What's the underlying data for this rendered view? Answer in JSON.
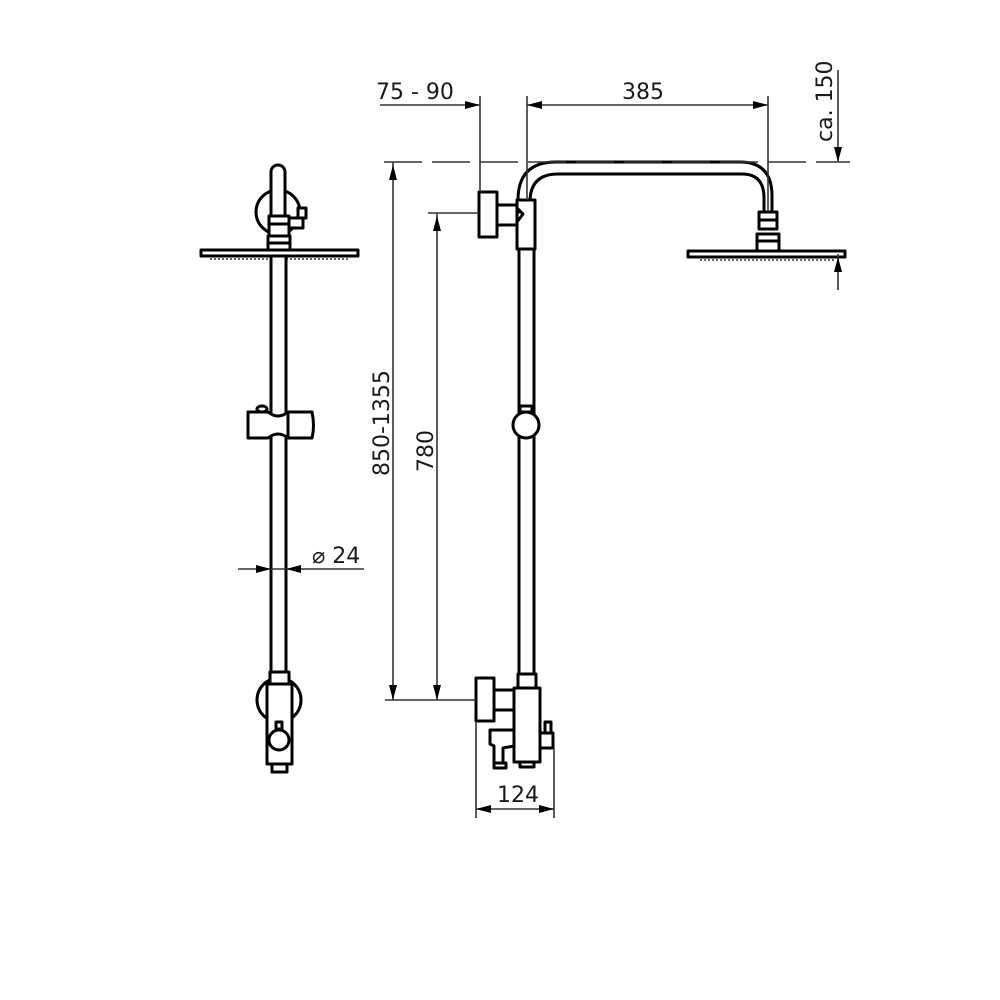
{
  "drawing": {
    "title": "Shower system technical drawing",
    "views": [
      "side-view",
      "front-view"
    ],
    "line_color": "#000000",
    "background": "#ffffff"
  },
  "dimensions": {
    "wall_offset": "75  - 90",
    "arm_length": "385",
    "head_drop": "ca. 150",
    "total_height": "850-1355",
    "bar_height": "780",
    "rail_diameter": "⌀ 24",
    "mixer_depth": "124"
  }
}
